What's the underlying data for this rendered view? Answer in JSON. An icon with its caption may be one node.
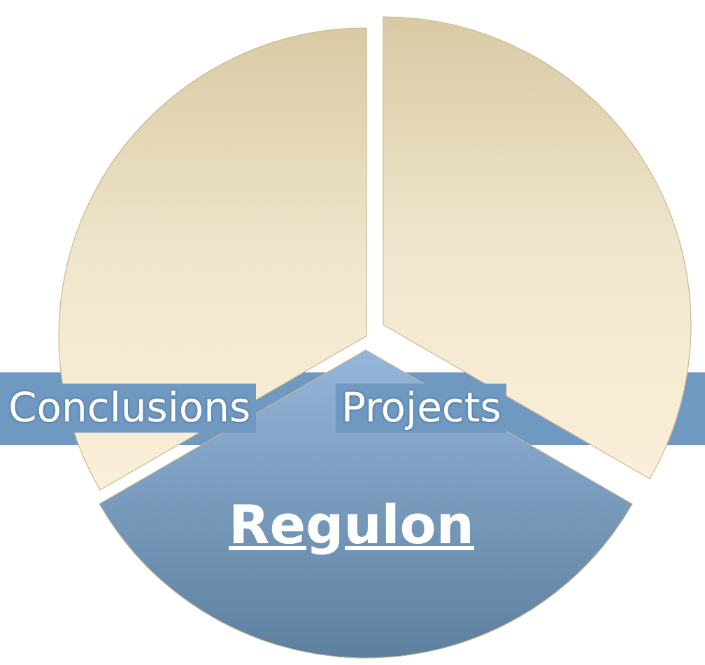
{
  "diagram": {
    "nodes": [
      {
        "text": [],
        "shape": "sector"
      },
      {
        "text": [],
        "shape": "sector"
      },
      {
        "text": [
          "Conclusions",
          "Projects"
        ]
      },
      {
        "text": [
          "Regulon"
        ]
      }
    ]
  }
}
